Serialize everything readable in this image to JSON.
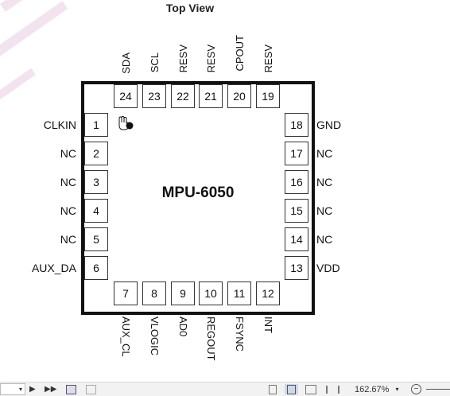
{
  "diagram": {
    "title": "Top View",
    "chip_name": "MPU-6050",
    "pins_left": [
      {
        "num": "1",
        "name": "CLKIN"
      },
      {
        "num": "2",
        "name": "NC"
      },
      {
        "num": "3",
        "name": "NC"
      },
      {
        "num": "4",
        "name": "NC"
      },
      {
        "num": "5",
        "name": "NC"
      },
      {
        "num": "6",
        "name": "AUX_DA"
      }
    ],
    "pins_bottom": [
      {
        "num": "7",
        "name": "AUX_CL"
      },
      {
        "num": "8",
        "name": "VLOGIC"
      },
      {
        "num": "9",
        "name": "AD0"
      },
      {
        "num": "10",
        "name": "REGOUT"
      },
      {
        "num": "11",
        "name": "FSYNC"
      },
      {
        "num": "12",
        "name": "INT"
      }
    ],
    "pins_right": [
      {
        "num": "13",
        "name": "VDD"
      },
      {
        "num": "14",
        "name": "NC"
      },
      {
        "num": "15",
        "name": "NC"
      },
      {
        "num": "16",
        "name": "NC"
      },
      {
        "num": "17",
        "name": "NC"
      },
      {
        "num": "18",
        "name": "GND"
      }
    ],
    "pins_top": [
      {
        "num": "24",
        "name": "SDA"
      },
      {
        "num": "23",
        "name": "SCL"
      },
      {
        "num": "22",
        "name": "RESV"
      },
      {
        "num": "21",
        "name": "RESV"
      },
      {
        "num": "20",
        "name": "CPOUT"
      },
      {
        "num": "19",
        "name": "RESV"
      }
    ]
  },
  "statusbar": {
    "zoom": "162.67%",
    "icons": [
      "dropdown-icon",
      "play-icon",
      "play-next-icon",
      "copy-icon",
      "copy-disabled-icon",
      "single-page-icon",
      "continuous-page-icon",
      "two-page-icon",
      "columns-icon",
      "zoom-out-icon"
    ]
  }
}
